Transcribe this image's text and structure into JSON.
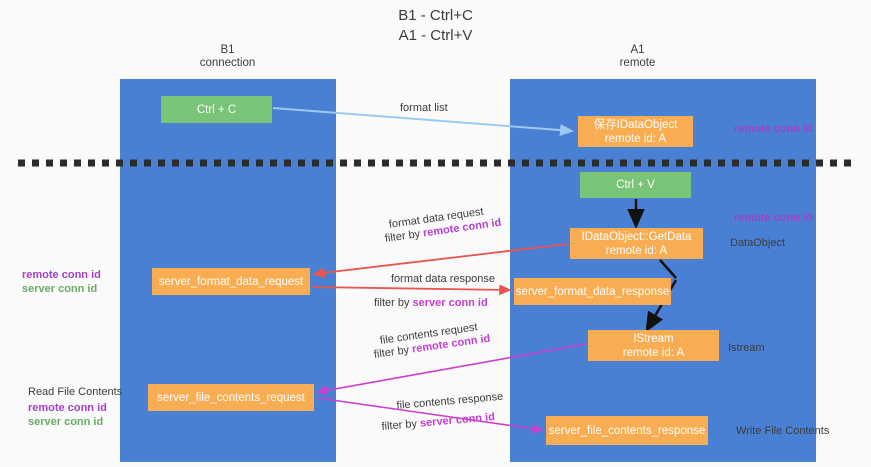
{
  "title": {
    "line1": "B1 - Ctrl+C",
    "line2": "A1 - Ctrl+V"
  },
  "lanes": [
    {
      "id": "b1",
      "name": "B1",
      "subtitle": "connection"
    },
    {
      "id": "a1",
      "name": "A1",
      "subtitle": "remote"
    }
  ],
  "nodes": {
    "ctrl_c": {
      "label": "Ctrl + C",
      "color": "#79c476"
    },
    "save_idataobject": {
      "line1": "保存IDataObject",
      "line2": "remote id: A",
      "color": "#f9ad52"
    },
    "ctrl_v": {
      "label": "Ctrl + V",
      "color": "#79c476"
    },
    "getdata": {
      "line1": "IDataObject::GetData",
      "line2": "remote id: A",
      "color": "#f9ad52"
    },
    "server_format_data_request": {
      "label": "server_format_data_request",
      "color": "#f9ad52"
    },
    "server_format_data_response": {
      "label": "server_format_data_response",
      "color": "#f9ad52"
    },
    "istream": {
      "line1": "IStream",
      "line2": "remote id: A",
      "color": "#f9ad52"
    },
    "server_file_contents_request": {
      "label": "server_file_contents_request",
      "color": "#f9ad52"
    },
    "server_file_contents_response": {
      "label": "server_file_contents_response",
      "color": "#f9ad52"
    }
  },
  "edge_labels": {
    "format_list": "format list",
    "format_data_request": "format data request",
    "format_data_request_filter_prefix": "filter by ",
    "format_data_request_filter_key": "remote conn id",
    "format_data_response": "format data response",
    "format_data_response_filter_prefix": "filter by ",
    "format_data_response_filter_key": "server conn id",
    "file_contents_request": "file contents request",
    "file_contents_request_filter_prefix": "filter by ",
    "file_contents_request_filter_key": "remote conn id",
    "file_contents_response": "file contents response",
    "file_contents_response_filter_prefix": "filter by ",
    "file_contents_response_filter_key": "server conn id"
  },
  "side_labels": {
    "remote_conn_id_top": "remote conn id",
    "remote_conn_id_mid": "remote conn id",
    "dataobject": "DataObject",
    "istream": "Istream",
    "write_file_contents": "Write File Contents",
    "left_remote_conn_id": "remote conn id",
    "left_server_conn_id": "server conn id",
    "read_file_contents": "Read File Contents",
    "left_remote_conn_id_2": "remote conn id",
    "left_server_conn_id_2": "server conn id"
  },
  "colors": {
    "lane": "#4a80d4",
    "green_node": "#79c476",
    "orange_node": "#f9ad52",
    "purple_text": "#a43fc8",
    "green_text": "#6aab63",
    "red_arrow": "#e8564f",
    "magenta_arrow": "#cc3fcc",
    "blue_arrow": "#9ec9ef",
    "divider": "#2b2b2b",
    "background": "#fafafa"
  }
}
